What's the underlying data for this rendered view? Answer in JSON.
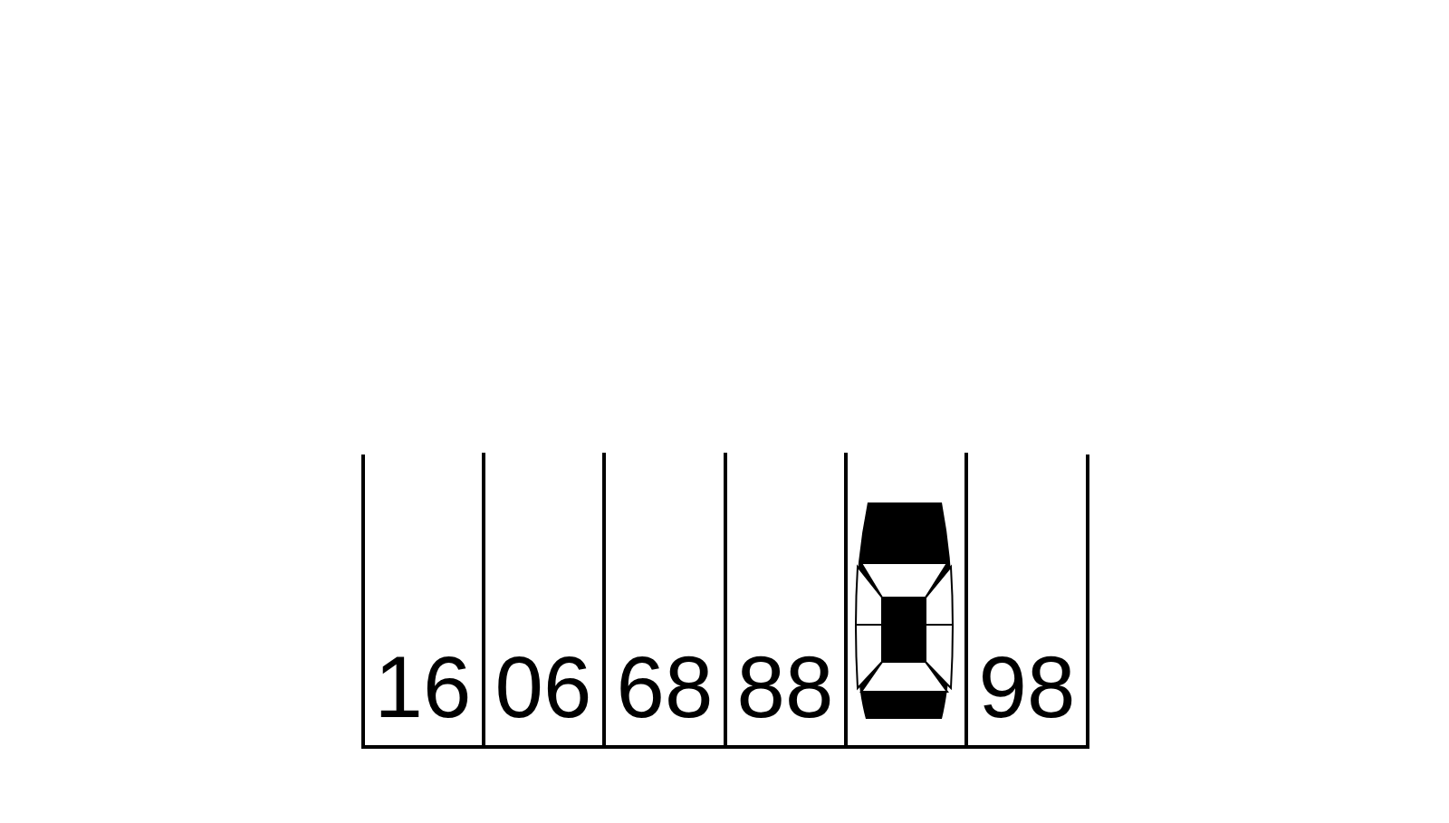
{
  "diagram": {
    "labels": [
      "16",
      "06",
      "68",
      "88",
      "98"
    ]
  }
}
